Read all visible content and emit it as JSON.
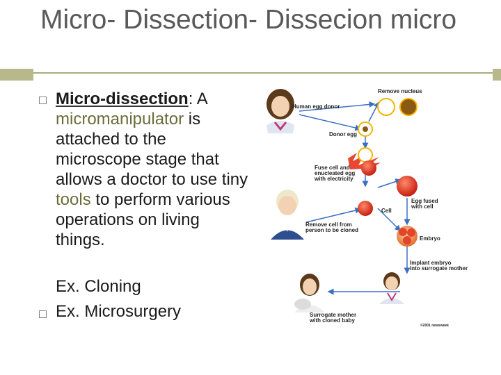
{
  "slide": {
    "title": "Micro- Dissection- Dissecion micro",
    "bullet1": {
      "term": "Micro-dissection",
      "after_term": ": A",
      "accent1": "micromanipulator",
      "mid1": " is attached to the microscope stage that allows a doctor to use tiny ",
      "accent2": "tools",
      "end": " to perform various operations on living things."
    },
    "examples": [
      "Ex. Cloning",
      "Ex. Microsurgery"
    ]
  },
  "diagram": {
    "labels": {
      "remove_nucleus": "Remove nucleus",
      "human_egg_donor": "Human egg donor",
      "donor_egg": "Donor egg",
      "fuse_line1": "Fuse cell and",
      "fuse_line2": "enucleated egg",
      "fuse_line3": "with electricity",
      "egg_fused_line1": "Egg fused",
      "egg_fused_line2": "with cell",
      "cell": "Cell",
      "remove_cell_line1": "Remove cell from",
      "remove_cell_line2": "person to be cloned",
      "embryo": "Embryo",
      "implant_line1": "Implant embryo",
      "implant_line2": "into surrogate mother",
      "surrogate_line1": "Surrogate mother",
      "surrogate_line2": "with cloned baby",
      "credit": "©2001 newsweek"
    },
    "colors": {
      "egg_fill": "#ffffff",
      "egg_ring": "#f5b400",
      "nucleus": "#8b5a12",
      "cell_red": "#d62a1a",
      "arrow_blue": "#3a6fc4",
      "lightning": "#e8321e"
    }
  }
}
